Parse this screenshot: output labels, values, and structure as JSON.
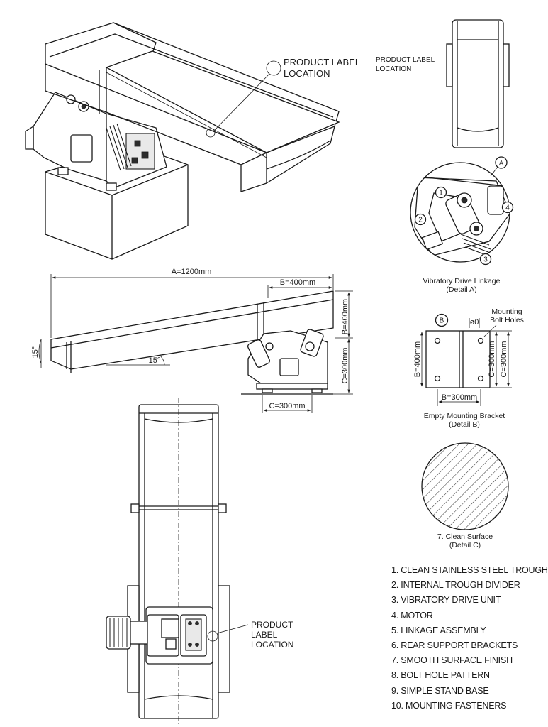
{
  "labels": {
    "product_label_main": [
      "PRODUCT LABEL",
      "LOCATION"
    ],
    "product_label_small": [
      "PRODUCT LABEL",
      "LOCATION"
    ],
    "product_label_bottom": [
      "PRODUCT",
      "LABEL",
      "LOCATION"
    ]
  },
  "dimensions": {
    "a_length": "A=1200mm",
    "b_length": "B=400mm",
    "b_height": "B=400mm",
    "c_height": "C=300mm",
    "c_width": "C=300mm",
    "angle_left": "15°",
    "angle_bottom": "15°"
  },
  "details": {
    "a": {
      "marker": "A",
      "callouts": [
        "1",
        "2",
        "3",
        "4"
      ],
      "caption": [
        "Vibratory Drive Linkage",
        "(Detail A)"
      ]
    },
    "b": {
      "marker": "B",
      "mounting_note": [
        "Mounting",
        "Bolt Holes"
      ],
      "hole_dia": "ø0",
      "b_dim": "B=400mm",
      "c_dim_inner": "C=300mm",
      "c_dim_outer": "C=300mm",
      "b_dim_bottom": "B=300mm",
      "caption": [
        "Empty Mounting Bracket",
        "(Detail B)"
      ]
    },
    "c": {
      "caption": [
        "7. Clean Surface",
        "(Detail C)"
      ]
    }
  },
  "legend": [
    "1. CLEAN STAINLESS STEEL TROUGH",
    "2. INTERNAL TROUGH DIVIDER",
    "3. VIBRATORY DRIVE UNIT",
    "4. MOTOR",
    "5. LINKAGE ASSEMBLY",
    "6. REAR SUPPORT BRACKETS",
    "7. SMOOTH SURFACE FINISH",
    "8. BOLT HOLE PATTERN",
    "9. SIMPLE STAND BASE",
    "10. MOUNTING FASTENERS"
  ]
}
